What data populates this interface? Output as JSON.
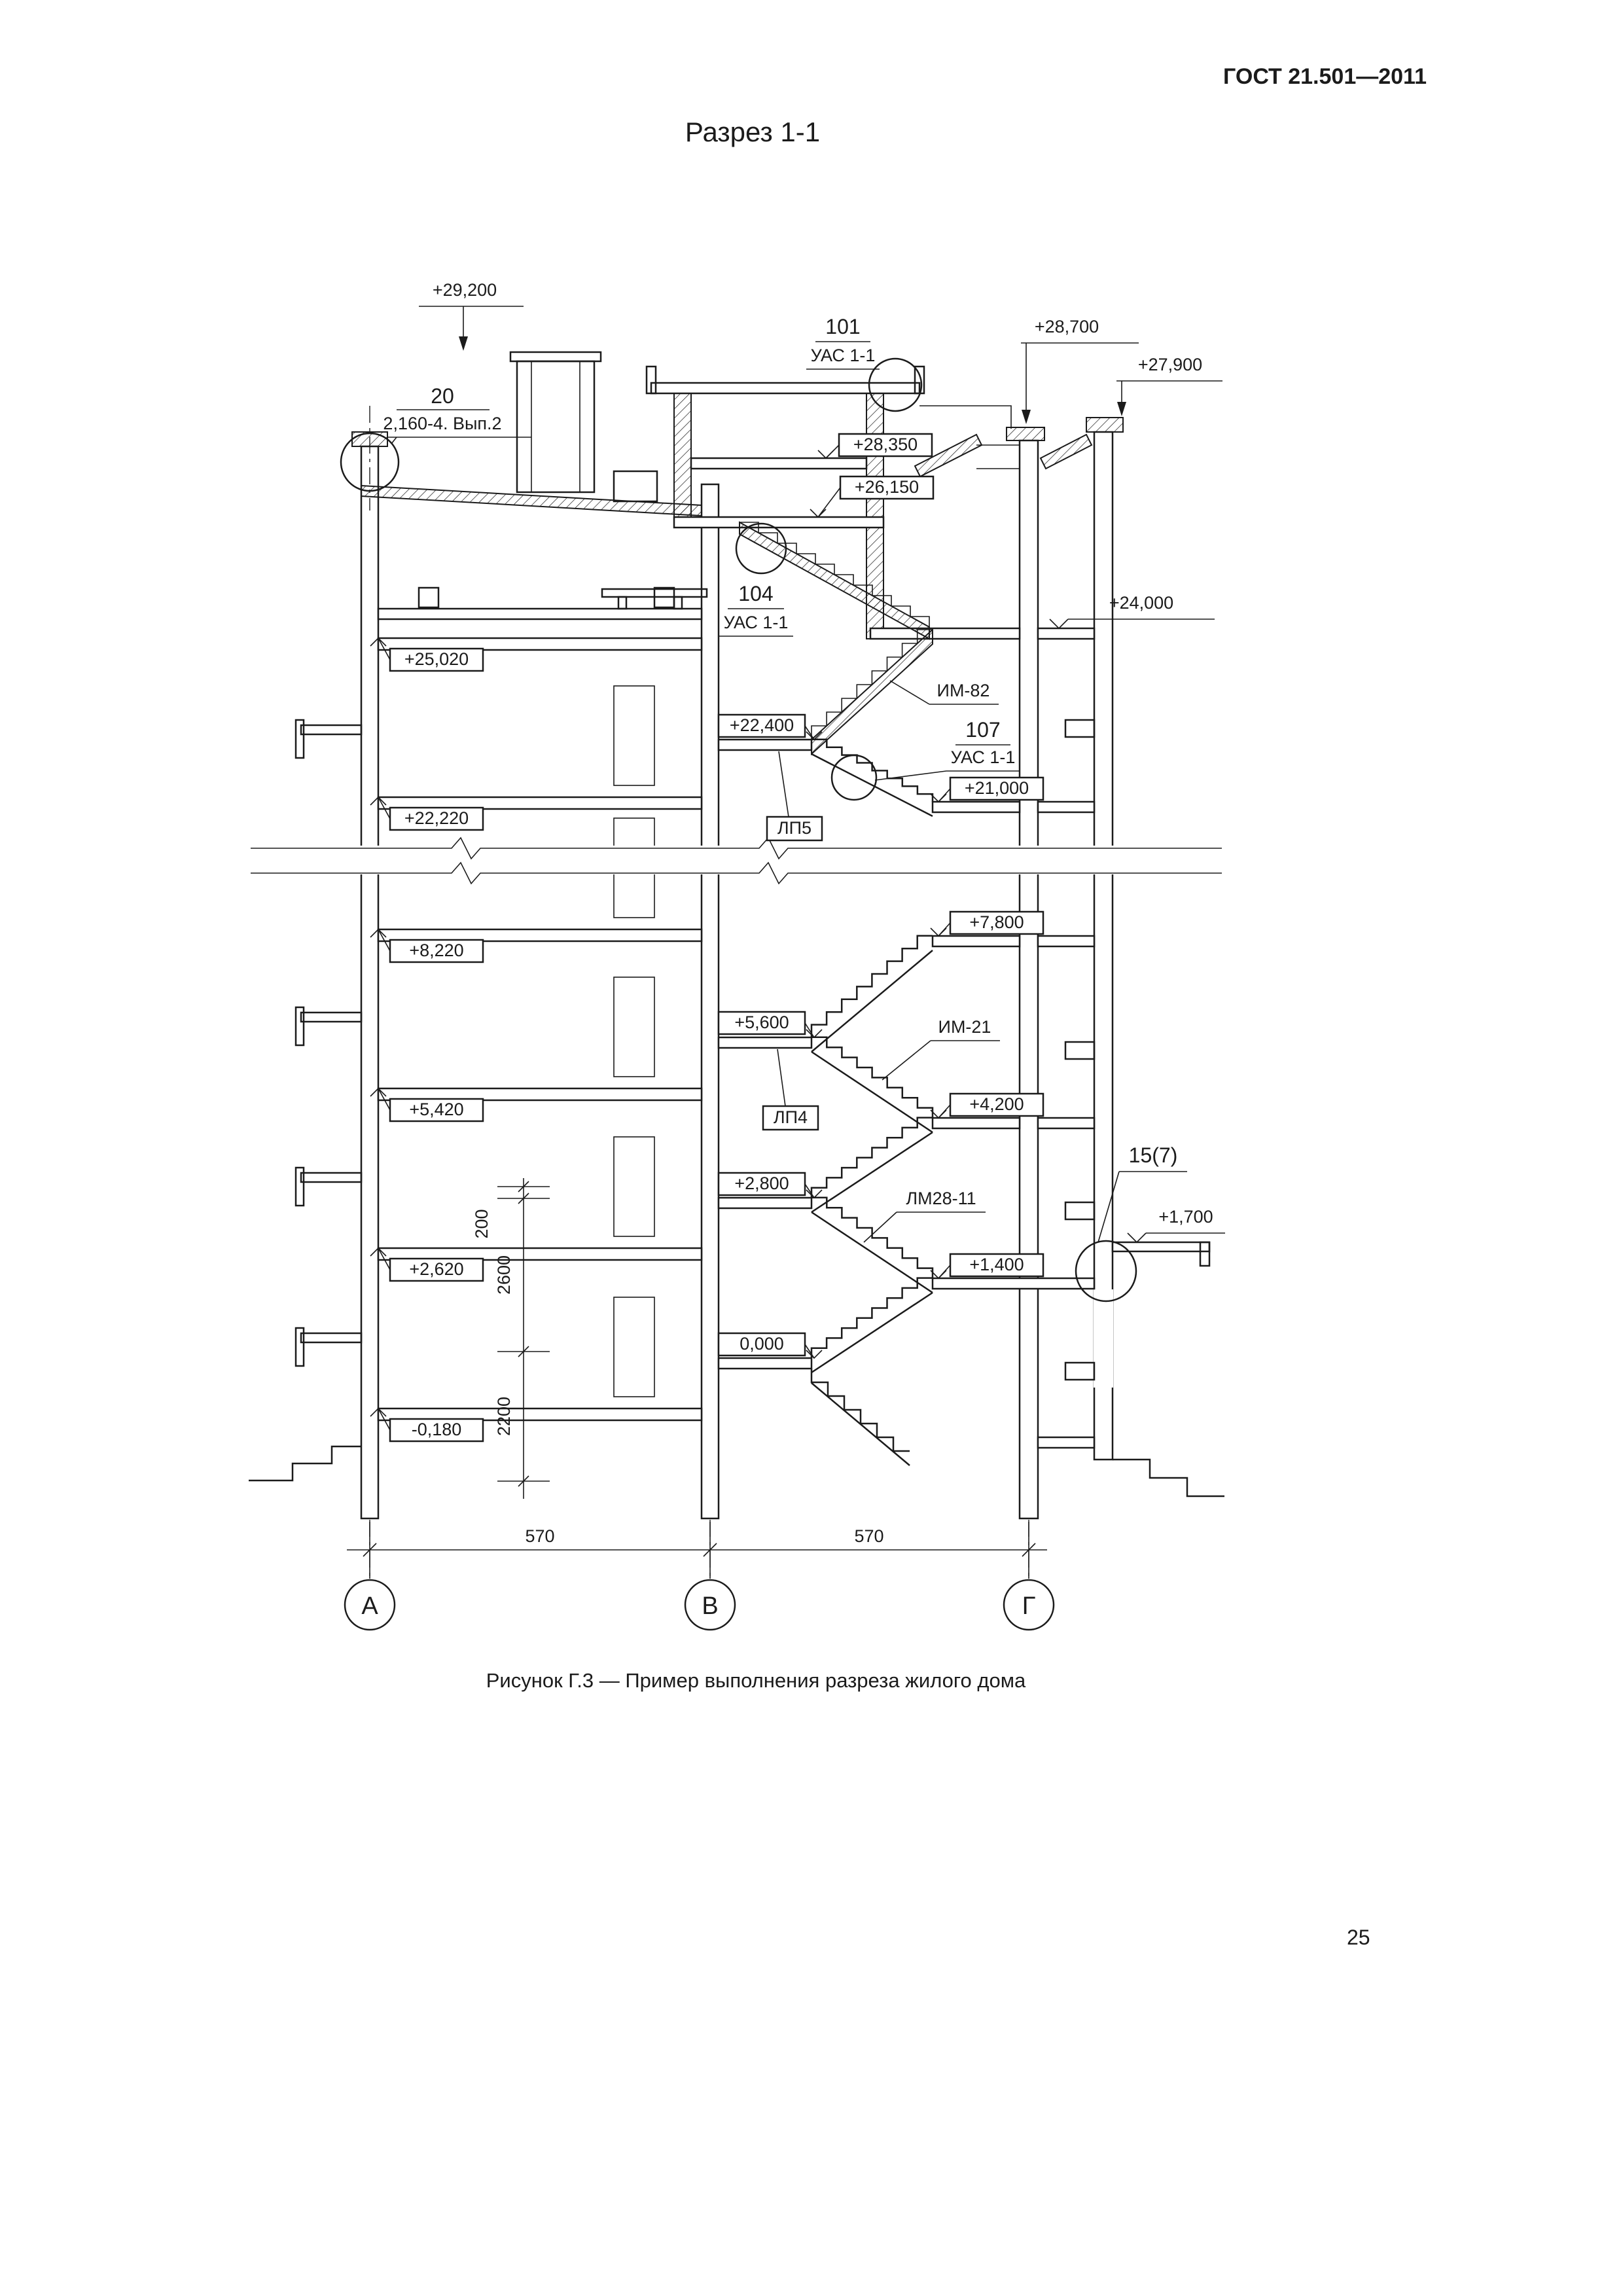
{
  "doc": {
    "header": "ГОСТ 21.501—2011",
    "page_number": "25",
    "figure_caption": "Рисунок  Г.3 — Пример выполнения разреза жилого дома"
  },
  "drawing": {
    "title": "Разрез 1-1",
    "elevations": {
      "p29200": "+29,200",
      "p28700": "+28,700",
      "p27900": "+27,900",
      "p28350": "+28,350",
      "p26150": "+26,150",
      "p24000": "+24,000",
      "p25020": "+25,020",
      "p22400": "+22,400",
      "p22220": "+22,220",
      "p21000": "+21,000",
      "p8220": "+8,220",
      "p7800": "+7,800",
      "p5600": "+5,600",
      "p5420": "+5,420",
      "p4200": "+4,200",
      "p2800": "+2,800",
      "p2620": "+2,620",
      "p1700": "+1,700",
      "p1400": "+1,400",
      "zero": "0,000",
      "m0180": "-0,180"
    },
    "references": {
      "node101": "101",
      "node101_doc": "УАС 1-1",
      "node104": "104",
      "node104_doc": "УАС 1-1",
      "node107": "107",
      "node107_doc": "УАС 1-1",
      "node20": "20",
      "node20_doc": "2,160-4. Вып.2",
      "node15_7": "15(7)",
      "im82": "ИМ-82",
      "im21": "ИМ-21",
      "lp5": "ЛП5",
      "lp4": "ЛП4",
      "lm28_11": "ЛМ28-11"
    },
    "dimensions": {
      "d200": "200",
      "d2600": "2600",
      "d2200": "2200",
      "span_ab": "570",
      "span_bg": "570"
    },
    "axes": {
      "a": "А",
      "b": "В",
      "g": "Г"
    }
  }
}
